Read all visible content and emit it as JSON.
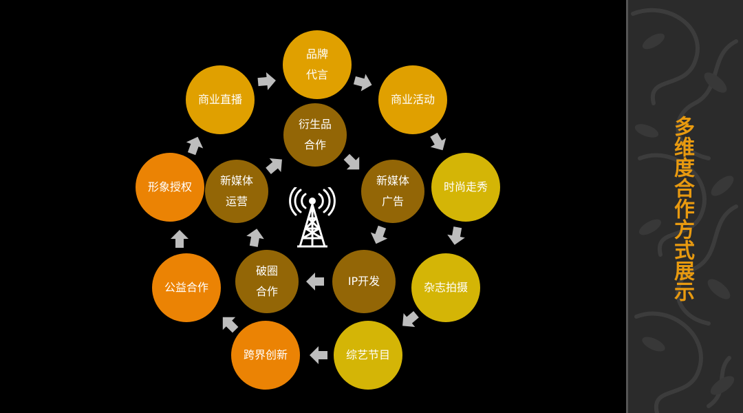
{
  "side_title": "多维度合作方式展示",
  "colors": {
    "dark_gold": "#936606",
    "gold": "#e0a000",
    "orange": "#eb8304",
    "yellow": "#d4b506",
    "arrow": "#bdbdbd",
    "accent": "#e89a10"
  },
  "nodes": {
    "brand_endorsement": "品牌\n代言",
    "commercial_activity": "商业活动",
    "fashion_show": "时尚走秀",
    "magazine_shoot": "杂志拍摄",
    "variety_show": "综艺节目",
    "crossover_innovation": "跨界创新",
    "public_welfare": "公益合作",
    "image_license": "形象授权",
    "commercial_live": "商业直播",
    "derivative_products": "衍生品\n合作",
    "new_media_ads": "新媒体\n广告",
    "ip_development": "IP开发",
    "breakout_cooperation": "破圈\n合作",
    "new_media_operation": "新媒体\n运营"
  },
  "center_icon": "signal-tower-icon"
}
